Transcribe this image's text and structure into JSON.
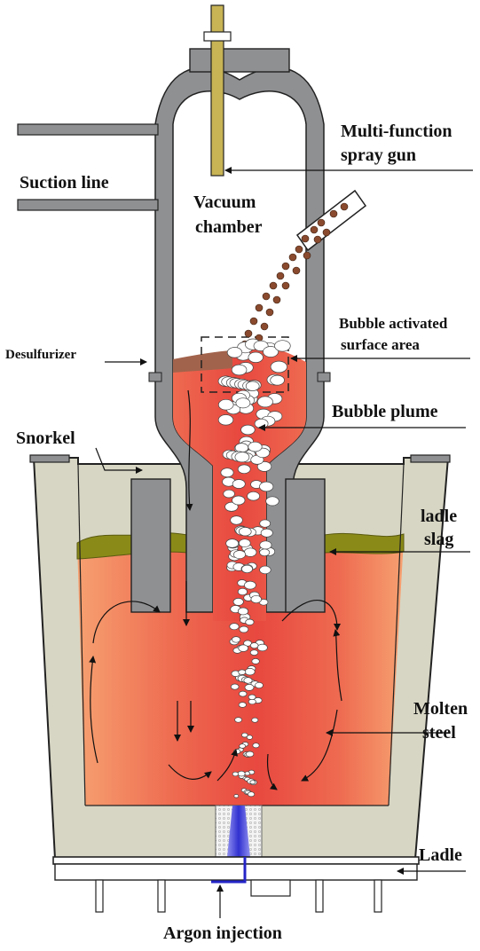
{
  "labels": {
    "spray_gun_line1": "Multi-function",
    "spray_gun_line2": "spray gun",
    "suction_line": "Suction line",
    "vacuum_line1": "Vacuum",
    "vacuum_line2": "chamber",
    "bubble_area_line1": "Bubble activated",
    "bubble_area_line2": "surface area",
    "desulfurizer": "Desulfurizer",
    "bubble_plume": "Bubble plume",
    "snorkel": "Snorkel",
    "ladle_slag_line1": "ladle",
    "ladle_slag_line2": "slag",
    "molten_steel_line1": "Molten",
    "molten_steel_line2": "steel",
    "ladle": "Ladle",
    "argon_injection": "Argon injection"
  },
  "colors": {
    "vessel_wall": "#8f9092",
    "ladle_lining": "#d7d6c4",
    "molten_steel_dark": "#e8483f",
    "molten_steel_light": "#f6a070",
    "ladle_slag": "#8a8a18",
    "desulfurizer": "#a2634c",
    "spray_gun": "#c8b455",
    "particle": "#8a4a2e",
    "argon": "#2424c8"
  }
}
